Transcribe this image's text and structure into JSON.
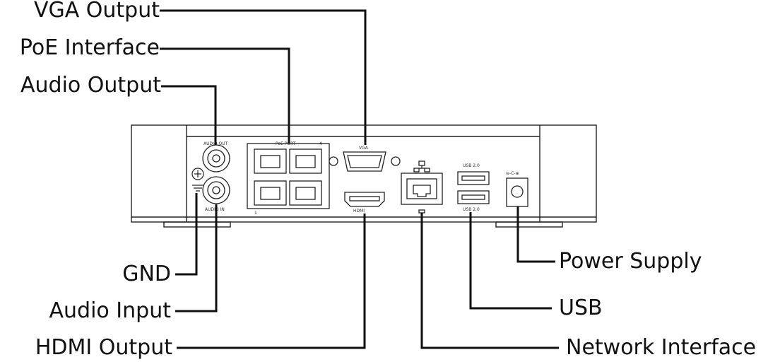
{
  "labels": {
    "vga_output": "VGA Output",
    "poe_interface": "PoE Interface",
    "audio_output": "Audio Output",
    "gnd": "GND",
    "audio_input": "Audio Input",
    "hdmi_output": "HDMI Output",
    "power_supply": "Power Supply",
    "usb": "USB",
    "network_interface": "Network Interface"
  },
  "panel_text": {
    "audio_out": "AUDIO OUT",
    "audio_in": "AUDIO IN",
    "poe": "PoE PORT",
    "vga": "VGA",
    "hdmi": "HDMI",
    "usb_top": "USB 2.0",
    "usb_bottom": "USB 2.0",
    "poe_left_num": "1",
    "poe_right_num": "4",
    "power_symbol": "⊖-C-⊕"
  },
  "colors": {
    "line": "#111111",
    "outline": "#222222",
    "port_fill": "#ffffff"
  }
}
